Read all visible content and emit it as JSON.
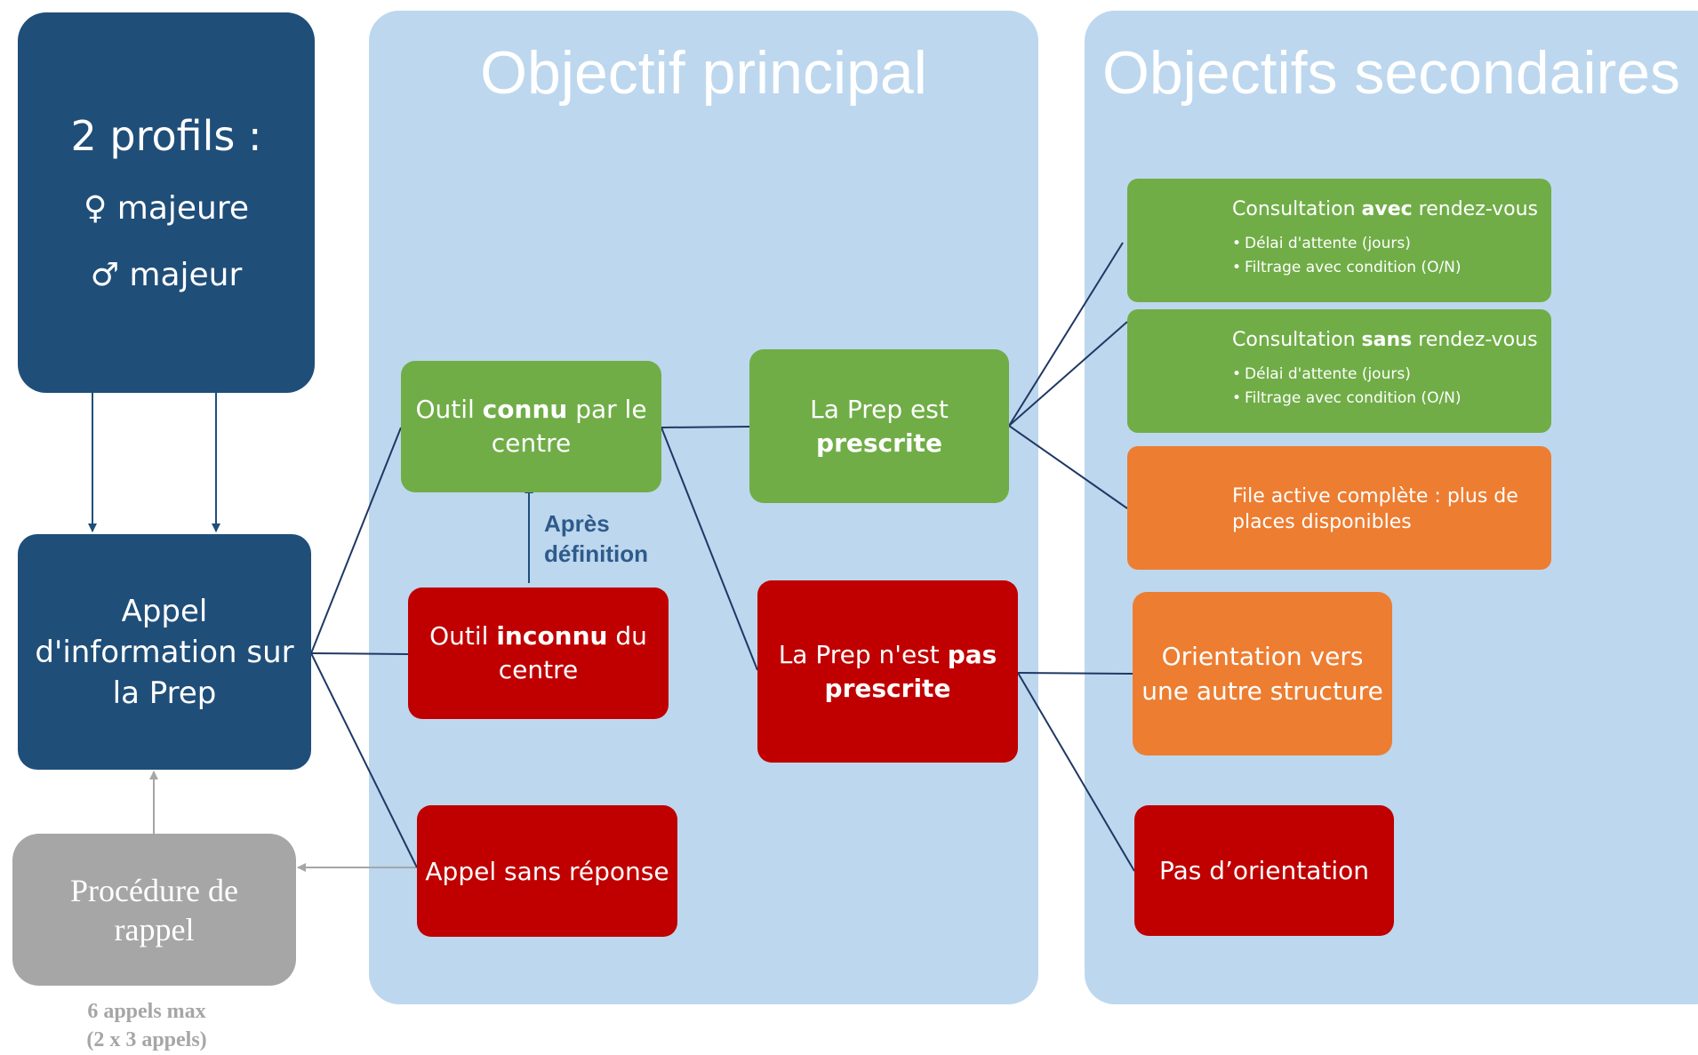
{
  "panels": {
    "main_title": "Objectif principal",
    "secondary_title": "Objectifs secondaires"
  },
  "profiles": {
    "title": "2 profils :",
    "female": "♀ majeure",
    "male": "♂ majeur"
  },
  "call": {
    "line1": "Appel",
    "line2": "d'information sur",
    "line3": "la Prep"
  },
  "recall": {
    "line1": "Procédure de",
    "line2": "rappel",
    "note_line1": "6 appels max",
    "note_line2": "(2 x 3 appels)"
  },
  "tool_known": {
    "pre": "Outil ",
    "bold": "connu",
    "post": " par le",
    "line2": "centre"
  },
  "tool_unknown": {
    "pre": "Outil ",
    "bold": "inconnu",
    "post": " du",
    "line2": "centre"
  },
  "after_definition": {
    "line1": "Après",
    "line2": "définition"
  },
  "no_answer": "Appel sans réponse",
  "prep_prescribed": {
    "line1": "La Prep est",
    "line2_bold": "prescrite"
  },
  "prep_not_prescribed": {
    "line1": "La Prep n'est ",
    "line1_bold": "pas",
    "line2_bold": "prescrite"
  },
  "secondary": {
    "with_appt": {
      "pre": "Consultation ",
      "bold": "avec",
      "post": " rendez-vous",
      "bullets": [
        "Délai d'attente (jours)",
        "Filtrage avec condition (O/N)"
      ]
    },
    "without_appt": {
      "pre": "Consultation ",
      "bold": "sans",
      "post": " rendez-vous",
      "bullets": [
        "Délai  d'attente (jours)",
        "Filtrage avec condition (O/N)"
      ]
    },
    "full_queue": {
      "line1": "File active complète : plus de",
      "line2": "places disponibles"
    },
    "orientation": {
      "line1": "Orientation vers",
      "line2": "une autre structure"
    },
    "no_orientation": "Pas d’orientation"
  },
  "colors": {
    "panel": "#bdd7ee",
    "dark_blue": "#1f4e79",
    "green": "#70ad47",
    "red": "#c00000",
    "orange": "#ed7d31",
    "grey": "#a6a6a6",
    "connector": "#1f3864"
  }
}
